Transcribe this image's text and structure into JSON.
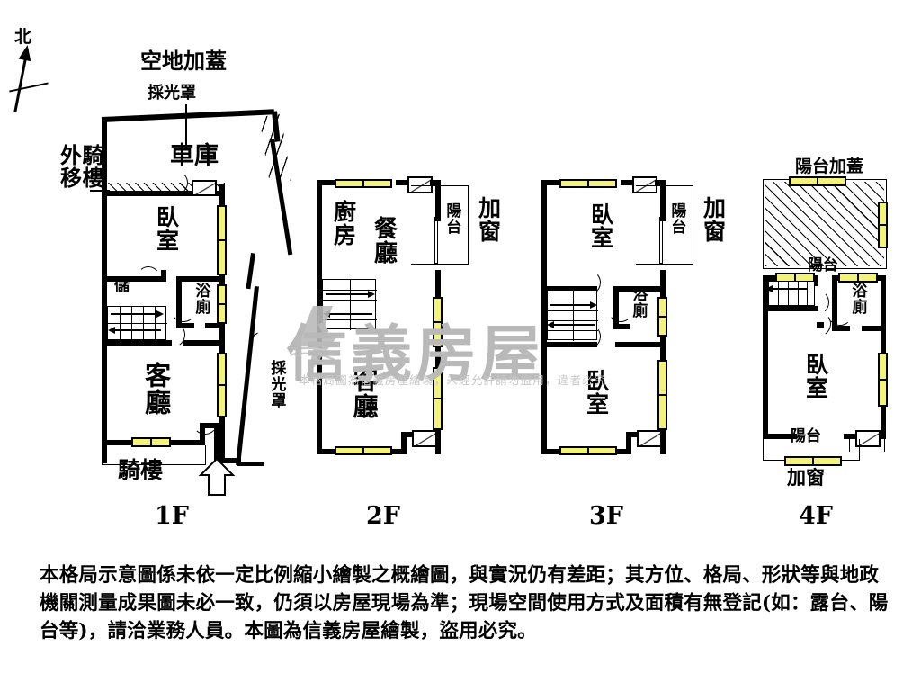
{
  "document": {
    "type": "real-estate-floor-plan",
    "north_label": "北",
    "watermark_brand": "信義房屋",
    "watermark_note": "本格局圖為信義房屋繪製，未經允許請勿盜用，違者必究",
    "disclaimer": "本格局示意圖係未依一定比例縮小繪製之概繪圖，與實況仍有差距；其方位、格局、形狀等與地政機關測量成果圖未必一致，仍須以房屋現場為準；現場空間使用方式及面積有無登記(如：露台、陽台等)，請洽業務人員。本圖為信義房屋繪製，盜用必究。"
  },
  "colors": {
    "wall": "#000000",
    "window_fill": "#F3F37A",
    "background": "#FFFFFF",
    "watermark": "#B9B9B9"
  },
  "floors": [
    {
      "tag": "1F",
      "outside_labels": [
        {
          "text": "空地加蓋",
          "name": "open-area-cover-label"
        },
        {
          "text": "採光罩",
          "name": "skylight-cover-label-top"
        },
        {
          "text": "騎樓\n外移",
          "name": "arcade-relocated-label"
        },
        {
          "text": "採光罩",
          "name": "skylight-cover-label-right"
        },
        {
          "text": "騎樓",
          "name": "arcade-label"
        }
      ],
      "rooms": [
        {
          "text": "車庫",
          "name": "garage"
        },
        {
          "text": "臥室",
          "name": "bedroom"
        },
        {
          "text": "儲",
          "name": "storage"
        },
        {
          "text": "浴廁",
          "name": "bathroom"
        },
        {
          "text": "客廳",
          "name": "living-room"
        }
      ]
    },
    {
      "tag": "2F",
      "outside_labels": [
        {
          "text": "加窗",
          "name": "added-window-label"
        }
      ],
      "rooms": [
        {
          "text": "廚房",
          "name": "kitchen"
        },
        {
          "text": "餐廳",
          "name": "dining-room"
        },
        {
          "text": "陽台",
          "name": "balcony"
        },
        {
          "text": "客廳",
          "name": "living-room"
        }
      ]
    },
    {
      "tag": "3F",
      "outside_labels": [
        {
          "text": "加窗",
          "name": "added-window-label"
        }
      ],
      "rooms": [
        {
          "text": "臥室",
          "name": "bedroom-upper"
        },
        {
          "text": "陽台",
          "name": "balcony"
        },
        {
          "text": "浴廁",
          "name": "bathroom"
        },
        {
          "text": "臥室",
          "name": "bedroom-lower"
        }
      ]
    },
    {
      "tag": "4F",
      "outside_labels": [
        {
          "text": "陽台加蓋",
          "name": "covered-balcony-label"
        },
        {
          "text": "加窗",
          "name": "added-window-label"
        }
      ],
      "rooms": [
        {
          "text": "陽台",
          "name": "balcony-top"
        },
        {
          "text": "浴廁",
          "name": "bathroom"
        },
        {
          "text": "臥室",
          "name": "bedroom"
        },
        {
          "text": "陽台",
          "name": "balcony-bottom"
        }
      ]
    }
  ]
}
